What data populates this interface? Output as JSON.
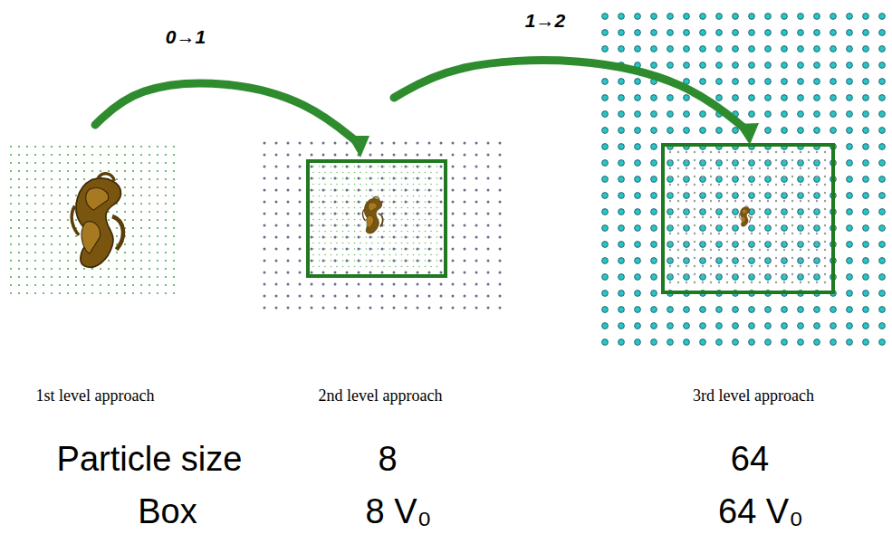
{
  "diagram": {
    "labels": [
      "0→1",
      "1→2",
      "1st level approach",
      "2nd level approach",
      "3rd level approach",
      "Particle size",
      "8",
      "64",
      "Box",
      "8 V₀",
      "64 V₀"
    ]
  }
}
